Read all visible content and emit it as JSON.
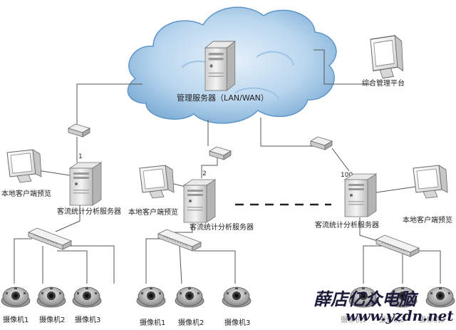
{
  "central_server": {
    "label": "管理服务器（LAN/WAN）"
  },
  "management_platform": {
    "label": "综合管理平台"
  },
  "sites": [
    {
      "number": "1",
      "server_label": "客流统计分析服务器",
      "preview_label": "本地客户端预览",
      "cameras": [
        "摄像机1",
        "摄像机2",
        "摄像机3"
      ]
    },
    {
      "number": "2",
      "server_label": "客流统计分析服务器",
      "preview_label": "本地客户端预览",
      "cameras": [
        "摄像机1",
        "摄像机2",
        "摄像机3"
      ]
    },
    {
      "number": "100",
      "server_label": "客流统计分析服务器",
      "preview_label": "本地客户端预览",
      "cameras": [
        "摄像机1",
        "摄像机2",
        "摄像机3"
      ]
    }
  ],
  "watermark": {
    "brand": "薛店亿众电脑",
    "url": "www.yzdn.net"
  },
  "colors": {
    "cloud_fill": "#b9d6ee",
    "cloud_edge": "#5f95c8",
    "line": "#555555",
    "device": "#e9e9e9"
  }
}
